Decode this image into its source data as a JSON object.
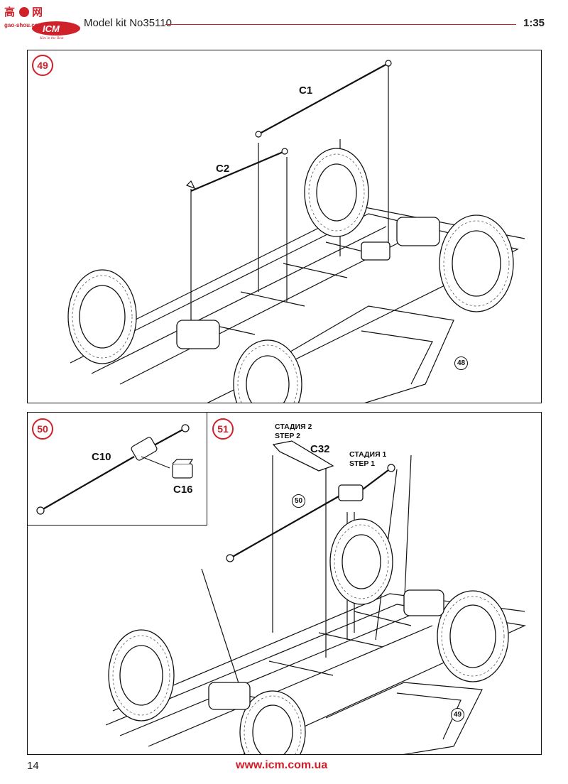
{
  "header": {
    "logo_text": "ICM",
    "logo_site": "gao-shou.com",
    "logo_tagline": "Kits in the Best",
    "kit_title": "Model kit No35110",
    "scale": "1:35"
  },
  "step49": {
    "badge": "49",
    "parts": {
      "c1": "C1",
      "c2": "C2"
    },
    "ref": "48"
  },
  "step50": {
    "badge": "50",
    "parts": {
      "c10": "C10",
      "c16": "C16"
    }
  },
  "step51": {
    "badge": "51",
    "stage2": {
      "ru": "СТАДИЯ 2",
      "en": "STEP 2"
    },
    "stage1": {
      "ru": "СТАДИЯ 1",
      "en": "STEP 1"
    },
    "parts": {
      "c32": "C32"
    },
    "ref_50": "50",
    "ref_49": "49"
  },
  "footer": {
    "page_number": "14",
    "url": "www.icm.com.ua"
  },
  "colors": {
    "accent": "#d0202a",
    "ink": "#111111"
  }
}
